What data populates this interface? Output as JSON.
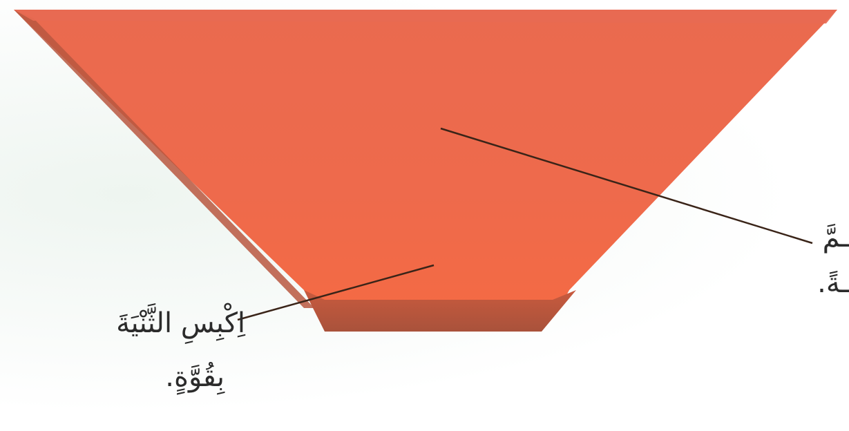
{
  "diagram": {
    "colors": {
      "fold_fill": "#ee6b4a",
      "fold_edge": "#a5503a",
      "leader_line": "#3a2418",
      "label_text": "#2b2b2b"
    },
    "labels": {
      "left": {
        "line1": "اِكْبِسِ الثَّنْيَةَ",
        "line2": "بِقُوَّةٍ."
      },
      "right": {
        "line1": "ـمَّ",
        "line2": "ـةً."
      }
    }
  }
}
